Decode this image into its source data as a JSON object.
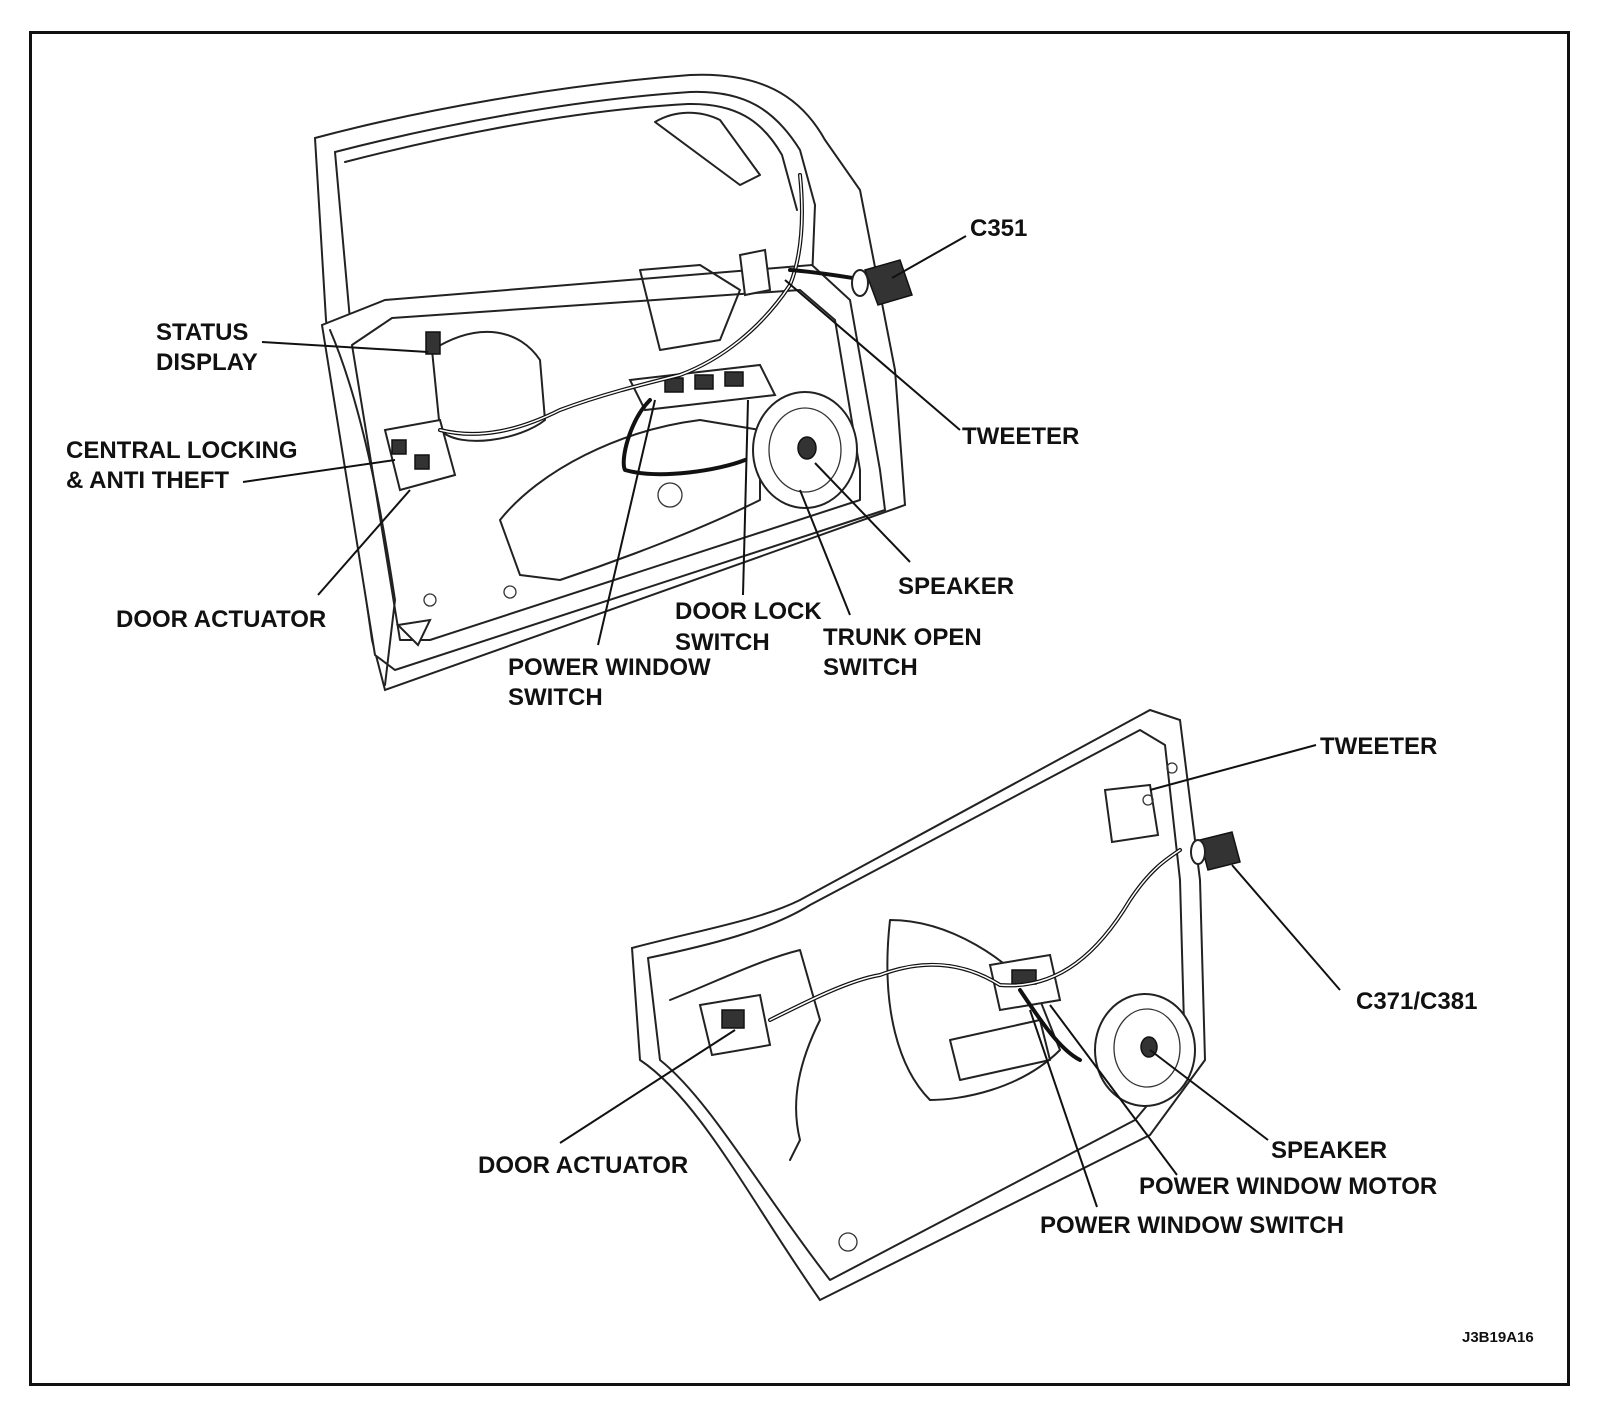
{
  "front_door": {
    "labels": {
      "c351": "C351",
      "status_display": [
        "STATUS",
        "DISPLAY"
      ],
      "tweeter": "TWEETER",
      "central_locking": [
        "CENTRAL LOCKING",
        "& ANTI THEFT"
      ],
      "speaker": "SPEAKER",
      "door_actuator": "DOOR ACTUATOR",
      "door_lock_switch": [
        "DOOR LOCK",
        "SWITCH"
      ],
      "trunk_open_switch": [
        "TRUNK OPEN",
        "SWITCH"
      ],
      "power_window_switch": [
        "POWER WINDOW",
        "SWITCH"
      ]
    }
  },
  "rear_door": {
    "labels": {
      "tweeter": "TWEETER",
      "c371_c381": "C371/C381",
      "speaker": "SPEAKER",
      "power_window_motor": "POWER WINDOW MOTOR",
      "power_window_switch": "POWER WINDOW SWITCH",
      "door_actuator": "DOOR ACTUATOR"
    }
  },
  "figure_code": "J3B19A16"
}
